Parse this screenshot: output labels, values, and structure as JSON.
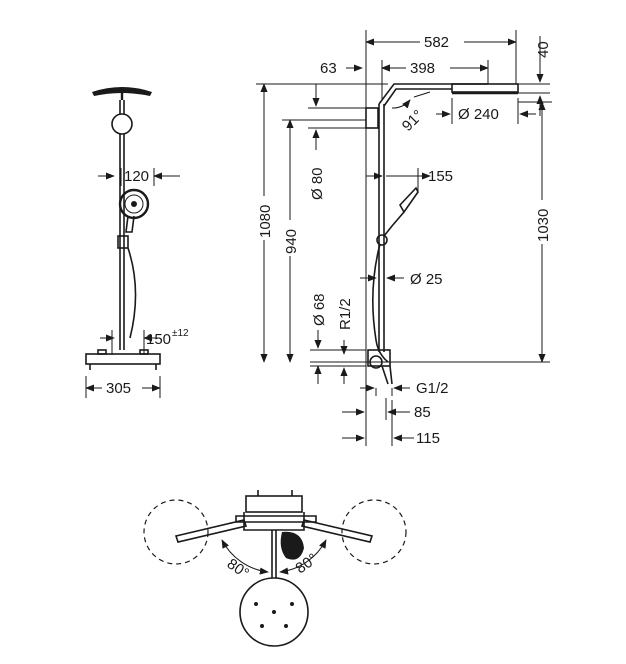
{
  "front_view": {
    "dim_width_hand_shower": "120",
    "dim_centers": "150",
    "dim_centers_tolerance": "±12",
    "dim_mixer_width": "305"
  },
  "side_view": {
    "dim_overall_reach": "582",
    "dim_head_offset_top": "40",
    "dim_arm_offset": "63",
    "dim_arm_length": "398",
    "dim_arm_angle": "91°",
    "dim_head_diameter": "Ø 240",
    "dim_overall_height": "1080",
    "dim_height_to_arm": "940",
    "dim_height_to_head": "1030",
    "dim_wall_bracket": "Ø 80",
    "dim_hand_shower_offset": "155",
    "dim_pipe_diameter": "Ø 25",
    "dim_escutcheon": "Ø 68",
    "dim_inlet_thread": "R1/2",
    "dim_outlet_thread": "G1/2",
    "dim_wall_to_center_85": "85",
    "dim_wall_to_center_115": "115"
  },
  "top_view": {
    "angle_left": "80°",
    "angle_right": "80°"
  }
}
